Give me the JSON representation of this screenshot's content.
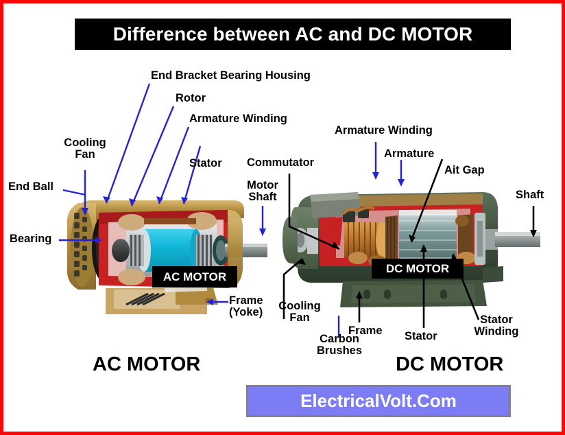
{
  "title": {
    "text": "Difference between AC and DC MOTOR"
  },
  "footer": {
    "text": "ElectricalVolt.Com",
    "bg_color": "#7c7cf5",
    "border_color": "#808092",
    "text_color": "#ffffff"
  },
  "frame": {
    "border_color": "#fb0505"
  },
  "captions": {
    "ac": "AC MOTOR",
    "dc": "DC MOTOR"
  },
  "badges": {
    "ac": "AC MOTOR",
    "dc": "DC MOTOR"
  },
  "ac_labels": {
    "end_bracket": "End Bracket Bearing Housing",
    "rotor": "Rotor",
    "armature_winding": "Armature Winding",
    "cooling_fan": "Cooling\nFan",
    "end_ball": "End Ball",
    "bearing": "Bearing",
    "stator": "Stator",
    "motor_shaft": "Motor\nShaft",
    "frame_yoke": "Frame\n(Yoke)"
  },
  "dc_labels": {
    "commutator": "Commutator",
    "armature_winding": "Armature Winding",
    "armature": "Armature",
    "air_gap": "Ait Gap",
    "shaft": "Shaft",
    "cooling_fan": "Cooling\nFan",
    "carbon_brushes": "Carbon\nBrushes",
    "frame": "Frame",
    "stator": "Stator",
    "stator_winding": "Stator\nWinding"
  },
  "colors": {
    "leader_blue": "#2222dd",
    "leader_black": "#000000",
    "ac_housing_gold": "#b08b3e",
    "ac_frame_red": "#c62223",
    "ac_rotor_cyan": "#12b6d8",
    "dc_body_green": "#40513f",
    "dc_interior_red": "#c62223",
    "dc_copper": "#b9742a",
    "shaft_gray": "#8b9393"
  }
}
